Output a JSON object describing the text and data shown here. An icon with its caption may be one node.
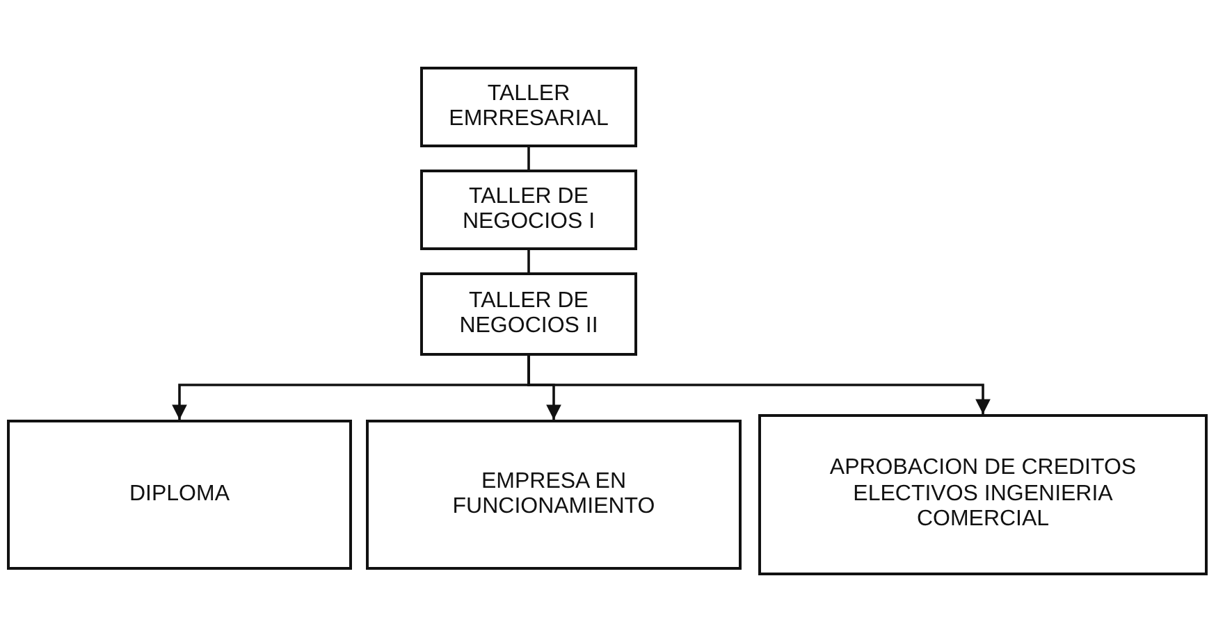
{
  "diagram": {
    "nodes": [
      {
        "text": [
          "TALLER EMRRESARIAL"
        ]
      },
      {
        "text": [
          "TALLER DE NEGOCIOS I"
        ]
      },
      {
        "text": [
          "TALLER DE NEGOCIOS II"
        ]
      },
      {
        "text": [
          "DIPLOMA"
        ]
      },
      {
        "text": [
          "EMPRESA EN FUNCIONAMIENTO"
        ]
      },
      {
        "text": [
          "APROBACION DE CREDITOS ELECTIVOS INGENIERIA COMERCIAL"
        ]
      }
    ],
    "edges": [
      {
        "from": 0,
        "to": 1,
        "arrow": "none"
      },
      {
        "from": 1,
        "to": 2,
        "arrow": "none"
      },
      {
        "from": 2,
        "to": 3,
        "arrow": "to"
      },
      {
        "from": 2,
        "to": 4,
        "arrow": "to"
      },
      {
        "from": 2,
        "to": 5,
        "arrow": "to"
      }
    ]
  }
}
